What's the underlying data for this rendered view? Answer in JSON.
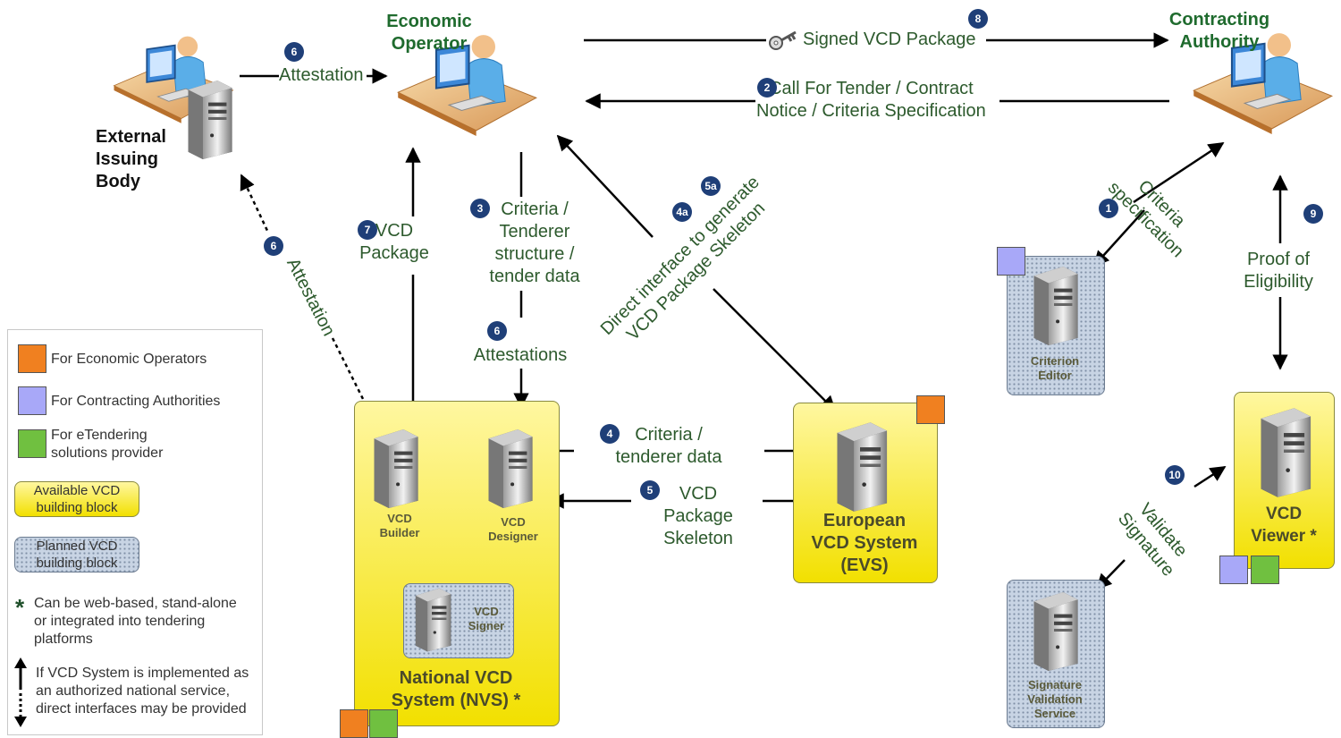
{
  "actors": {
    "economic_operator": "Economic\nOperator",
    "contracting_authority": "Contracting\nAuthority",
    "external_issuing_body": "External\nIssuing\nBody"
  },
  "flows": {
    "signed_package": "Signed VCD Package",
    "call_for_tender": "Call For Tender / Contract\nNotice / Criteria Specification",
    "attestation_top": "Attestation",
    "attestation_diag": "Attestation",
    "vcd_package": "VCD\nPackage",
    "criteria_structure": "Criteria /\nTenderer\nstructure /\ntender data",
    "attestations": "Attestations",
    "direct_interface": "Direct interface to generate\nVCD Package Skeleton",
    "criteria_specification": "Criteria\nspecification",
    "proof_of_eligibility": "Proof of\nEligibility",
    "criteria_tenderer_data": "Criteria /\ntenderer data",
    "vcd_package_skeleton": "VCD\nPackage\nSkeleton",
    "validate_signature": "Validate\nSignature"
  },
  "badges": {
    "b8": "8",
    "b2": "2",
    "b6_top": "6",
    "b6_left": "6",
    "b7": "7",
    "b3": "3",
    "b6_mid": "6",
    "b4a": "4a",
    "b5a": "5a",
    "b1": "1",
    "b9": "9",
    "b4": "4",
    "b5": "5",
    "b10": "10"
  },
  "components": {
    "vcd_builder": "VCD\nBuilder",
    "vcd_designer": "VCD\nDesigner",
    "vcd_signer": "VCD\nSigner",
    "nvs": "National VCD\nSystem (NVS) *",
    "evs": "European\nVCD System\n(EVS)",
    "criterion_editor": "Criterion\nEditor",
    "vcd_viewer": "VCD\nViewer *",
    "signature_validation": "Signature\nValidation\nService"
  },
  "legend": {
    "economic_operators": "For Economic Operators",
    "contracting_authorities": "For Contracting Authorities",
    "etendering": "For eTendering\nsolutions provider",
    "available": "Available VCD\nbuilding block",
    "planned": "Planned VCD\nbuilding block",
    "asterisk_mark": "*",
    "asterisk_note": "Can be web-based, stand-alone\nor integrated into tendering\nplatforms",
    "dotted_note": "If VCD System is implemented as\nan authorized national service,\ndirect interfaces may be provided"
  },
  "colors": {
    "economic_operators": "#f08020",
    "contracting_authorities": "#a8a8f8",
    "etendering": "#70c040",
    "available": "#f7ec3a",
    "planned": "#c8d4e4",
    "text_green": "#2d5a2d"
  }
}
